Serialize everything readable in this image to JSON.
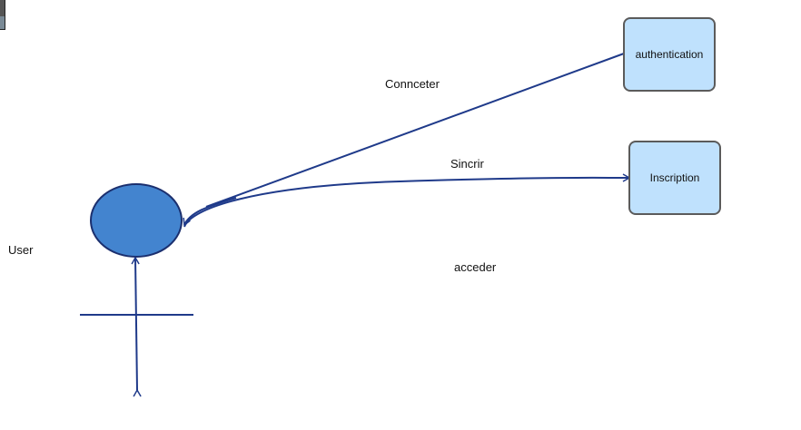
{
  "diagram": {
    "actor": {
      "label": "User"
    },
    "nodes": [
      {
        "id": "authentication",
        "label": "authentication"
      },
      {
        "id": "inscription",
        "label": "Inscription"
      }
    ],
    "edges": [
      {
        "from": "User",
        "to": "authentication",
        "label": "Connceter"
      },
      {
        "from": "User",
        "to": "Inscription",
        "label": "Sincrir"
      },
      {
        "from": "User",
        "to": "User",
        "label": "acceder"
      }
    ]
  },
  "colors": {
    "line": "#1f3a8a",
    "node_fill": "#bfe1fd",
    "node_border": "#5b5b5b",
    "actor_fill": "#4384cf",
    "actor_border": "#1b2f6e"
  }
}
